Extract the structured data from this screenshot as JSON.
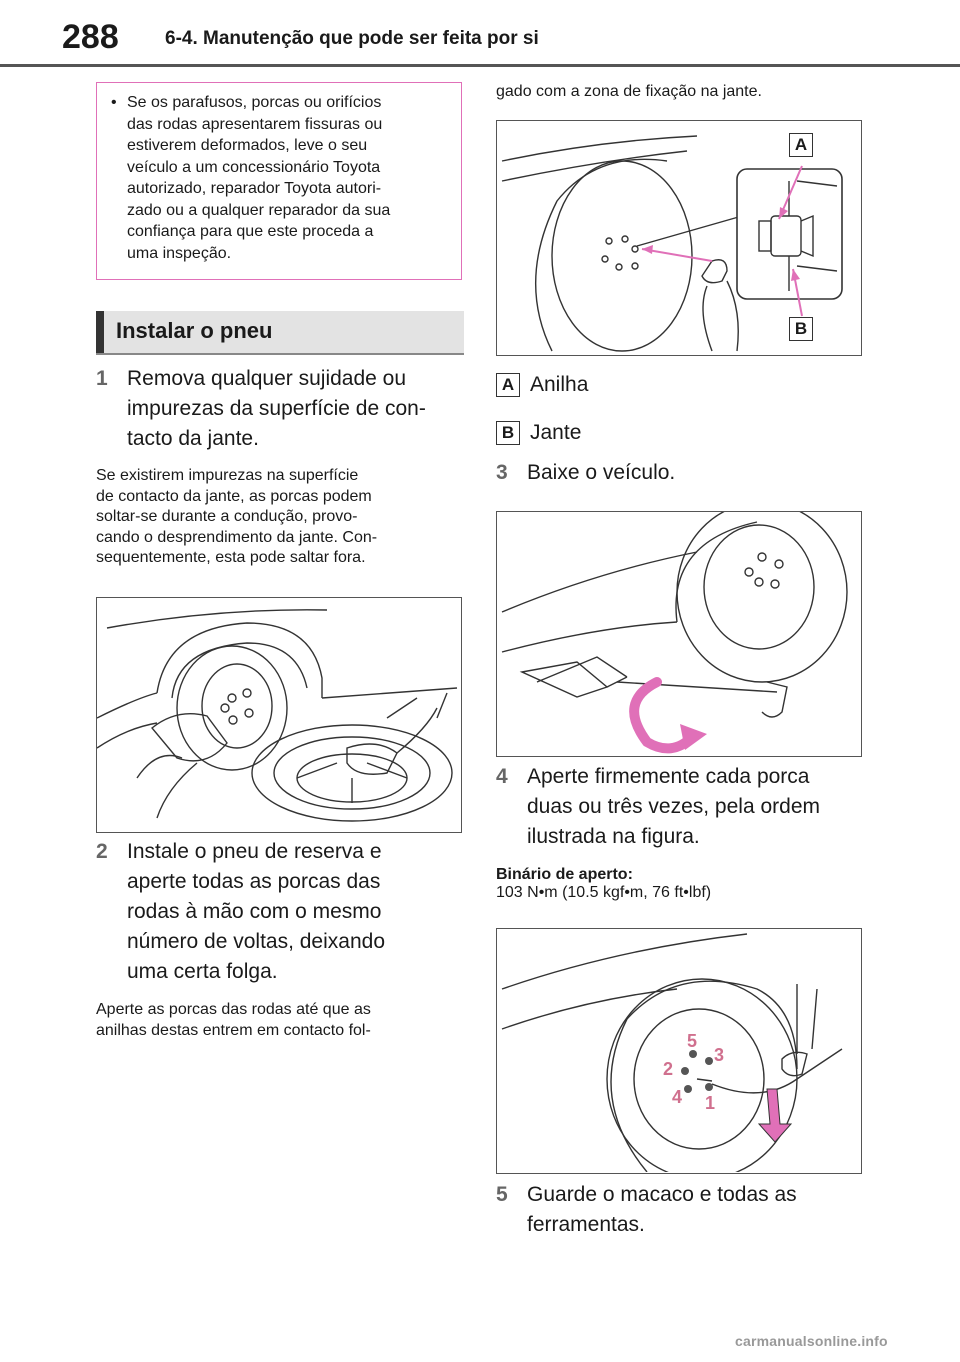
{
  "header": {
    "page_number": "288",
    "section": "6-4. Manutenção que pode ser feita por si"
  },
  "note": {
    "bullet": "•",
    "text": [
      "Se os parafusos, porcas ou orifícios",
      "das rodas apresentarem fissuras ou",
      "estiverem deformados, leve o seu",
      "veículo a um concessionário Toyota",
      "autorizado, reparador Toyota autori-",
      "zado ou a qualquer reparador da sua",
      "confiança para que este proceda a",
      "uma inspeção."
    ]
  },
  "heading": "Instalar o pneu",
  "steps": [
    {
      "num": "1",
      "lines": [
        "Remova qualquer sujidade ou",
        "impurezas da superfície de con-",
        "tacto da jante."
      ],
      "note": [
        "Se existirem impurezas na superfície",
        "de contacto da jante, as porcas podem",
        "soltar-se durante a condução, provo-",
        "cando o desprendimento da jante. Con-",
        "sequentemente, esta pode saltar fora."
      ]
    },
    {
      "num": "2",
      "lines": [
        "Instale o pneu de reserva e",
        "aperte todas as porcas das",
        "rodas à mão com o mesmo",
        "número de voltas, deixando",
        "uma certa folga."
      ],
      "note": [
        "Aperte as porcas das rodas até que as",
        "anilhas destas entrem em contacto fol-",
        "gado com a zona de fixação na jante."
      ]
    },
    {
      "num": "3",
      "lines": [
        "Baixe o veículo."
      ]
    },
    {
      "num": "4",
      "lines": [
        "Aperte firmemente cada porca",
        "duas ou três vezes, pela ordem",
        "ilustrada na figura."
      ]
    },
    {
      "num": "5",
      "lines": [
        "Guarde o macaco e todas as",
        "ferramentas."
      ]
    }
  ],
  "legend": [
    {
      "key": "A",
      "label": "Anilha"
    },
    {
      "key": "B",
      "label": "Jante"
    }
  ],
  "torque": {
    "title": "Binário de aperto:",
    "value": "103 N•m (10.5 kgf•m, 76 ft•lbf)"
  },
  "tighten_order": [
    "1",
    "2",
    "3",
    "4",
    "5"
  ],
  "colors": {
    "accent": "#e070b8",
    "order_numbers": "#d0708e"
  },
  "footer": "carmanualsonline.info"
}
